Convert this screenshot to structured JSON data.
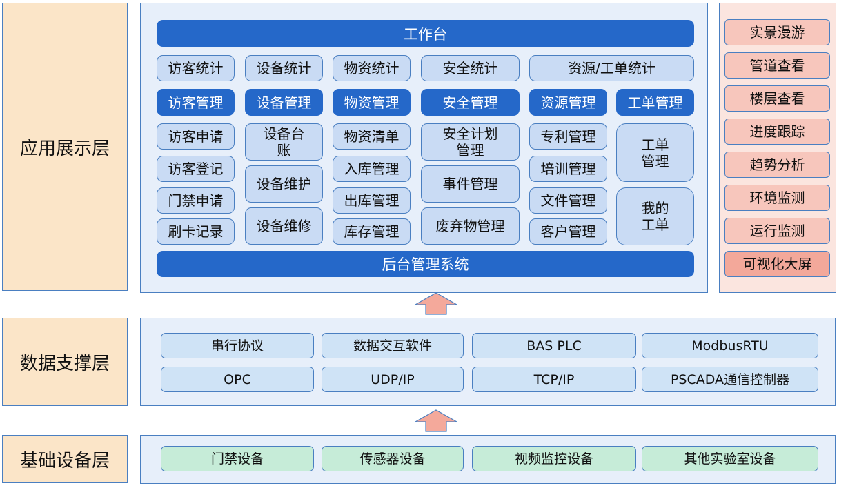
{
  "layers": {
    "app": "应用展示层",
    "data": "数据支撑层",
    "base": "基础设备层"
  },
  "app": {
    "top_bar": "工作台",
    "bottom_bar": "后台管理系统",
    "stats": [
      "访客统计",
      "设备统计",
      "物资统计",
      "安全统计",
      "资源/工单统计"
    ],
    "headers": [
      "访客管理",
      "设备管理",
      "物资管理",
      "安全管理",
      "资源管理",
      "工单管理"
    ],
    "visitor": [
      "访客申请",
      "访客登记",
      "门禁申请",
      "刷卡记录"
    ],
    "device": [
      "设备台\n账",
      "设备维护",
      "设备维修"
    ],
    "material": [
      "物资清单",
      "入库管理",
      "出库管理",
      "库存管理"
    ],
    "safety": [
      "安全计划\n管理",
      "事件管理",
      "废弃物管理"
    ],
    "resource": [
      "专利管理",
      "培训管理",
      "文件管理",
      "客户管理"
    ],
    "workorder": [
      "工单\n管理",
      "我的\n工单"
    ]
  },
  "side": [
    "实景漫游",
    "管道查看",
    "楼层查看",
    "进度跟踪",
    "趋势分析",
    "环境监测",
    "运行监测",
    "可视化大屏"
  ],
  "data_layer": {
    "row1": [
      "串行协议",
      "数据交互软件",
      "BAS PLC",
      "ModbusRTU"
    ],
    "row2": [
      "OPC",
      "UDP/IP",
      "TCP/IP",
      "PSCADA通信控制器"
    ]
  },
  "base_layer": [
    "门禁设备",
    "传感器设备",
    "视频监控设备",
    "其他实验室设备"
  ],
  "colors": {
    "accent_blue": "#2568c9",
    "light_blue": "#c9dbf4",
    "label_orange": "#fbe5c8",
    "side_pink": "#f7c6bc",
    "side_pink_strong": "#f3a89a",
    "base_green": "#c6ecd8",
    "arrow": "#f4a99b"
  },
  "icons": [
    "up-arrow-icon",
    "up-arrow-icon"
  ]
}
